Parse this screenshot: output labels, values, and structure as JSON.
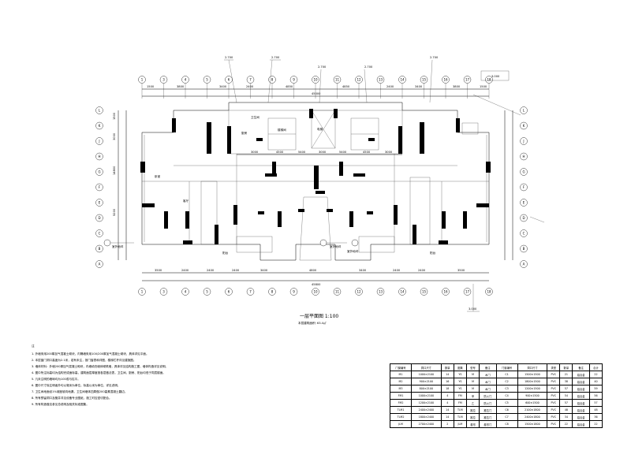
{
  "plan_title": "一层平面图 1:100",
  "plan_subtitle": "本层建筑面积: 63.4㎡",
  "notes_title": "注",
  "notes": [
    "1. 外墙采用200厚加气混凝土砌块，内隔墙采用100/200厚加气混凝土砌块，具体详见平面。",
    "2. 本层窗门洞口高度为2.1米，若有未注，按门窗表和详图，楼梯栏杆详见建施图。",
    "3. 墙体材料：外墙200厚加气混凝土砌块，内墙填充墙体砌筑墙，具体详见结构施工图，墙体构造详见说明。",
    "4. 图中所注标高均为结构完成面标高，建筑面层厚度按各层做法表，卫生间、厨房、阳台均低于同层楼面。",
    "5. 凡未注明的墙垛均为100或与柱平。",
    "6. 图中尺寸除注明者外均以毫米为单位，标高以米为单位，详见说明。",
    "7. 卫生间地面设1%坡度坡向地漏，卫生间墙体四周做200高素混凝土翻边。",
    "8. 所有预留洞口及管井详见设备专业图纸，施工时应密切配合。",
    "9. 所有构造做法参见总说明及相关标准图集。"
  ],
  "dims_top": [
    "1500",
    "3800",
    "3400",
    "2400",
    "4850",
    "4850",
    "2400",
    "3400",
    "3800",
    "1500"
  ],
  "dims_top_total": "45000",
  "dims_bottom": [
    "3500",
    "2400",
    "2400",
    "2400",
    "3400",
    "4800",
    "3400",
    "2400",
    "2400",
    "3500"
  ],
  "dims_bottom_total": "45800",
  "dims_mid": [
    "3000",
    "4500",
    "5400",
    "3000",
    "5400",
    "4500",
    "3000"
  ],
  "dims_left": [
    "1500",
    "3000",
    "14800",
    "5200"
  ],
  "callouts_top": [
    "2.700",
    "2.700",
    "2.700",
    "2.700",
    "2.700",
    "3.000"
  ],
  "callout_right": "3.000",
  "axes_top": [
    "1",
    "3",
    "4",
    "5",
    "6",
    "7",
    "8",
    "9",
    "10",
    "11",
    "12",
    "13",
    "14",
    "15",
    "16",
    "17",
    "18"
  ],
  "axes_bottom": [
    "1",
    "3",
    "4",
    "5",
    "6",
    "7",
    "8",
    "9",
    "10",
    "11",
    "12",
    "13",
    "14",
    "15",
    "16",
    "17",
    "18"
  ],
  "axes_left": [
    "L",
    "K",
    "J",
    "H",
    "G",
    "F",
    "E",
    "D",
    "C",
    "B",
    "A"
  ],
  "axes_right": [
    "L",
    "K",
    "J",
    "H",
    "G",
    "F",
    "E",
    "D",
    "C",
    "B",
    "A"
  ],
  "room_labels": [
    "客厅",
    "卧室",
    "厨房",
    "卫生间",
    "楼梯间",
    "电梯",
    "阳台",
    "阳台"
  ],
  "marker_labels": [
    "室外地坪",
    "室外地坪",
    "室外地坪"
  ],
  "schedule": {
    "headers": [
      "门窗编号",
      "洞口尺寸",
      "数量",
      "图集",
      "型号",
      "备注",
      "门窗编号",
      "洞口尺寸",
      "类型",
      "数量",
      "备注",
      "合计"
    ],
    "rows": [
      [
        "M1",
        "1000×2100",
        "14",
        "YS",
        "M",
        "木门",
        "C1",
        "1500×1500",
        "PVC",
        "21",
        "铝合金",
        "22"
      ],
      [
        "M2",
        "900×2100",
        "16",
        "YS",
        "M",
        "木门",
        "C2",
        "1800×1500",
        "PVC",
        "38",
        "铝合金",
        "40"
      ],
      [
        "M3",
        "800×2100",
        "18",
        "YS",
        "M",
        "木门",
        "C3",
        "1200×1500",
        "PVC",
        "57",
        "铝合金",
        "59"
      ],
      [
        "FM1",
        "1000×2100",
        "4",
        "FM",
        "甲",
        "防火门",
        "C4",
        "900×1500",
        "PVC",
        "54",
        "铝合金",
        "56"
      ],
      [
        "FM2",
        "1200×2100",
        "4",
        "FM",
        "乙",
        "防火门",
        "C5",
        "600×1500",
        "PVC",
        "57",
        "铝合金",
        "57"
      ],
      [
        "TLM1",
        "2400×2400",
        "14",
        "TLM",
        "推拉",
        "推拉门",
        "C6",
        "2100×1800",
        "PVC",
        "48",
        "铝合金",
        "48"
      ],
      [
        "TLM2",
        "1800×2400",
        "14",
        "TLM",
        "推拉",
        "推拉门",
        "C7",
        "2400×1800",
        "PVC",
        "34",
        "铝合金",
        "36"
      ],
      [
        "JLM",
        "2700×2400",
        "2",
        "JLM",
        "卷帘",
        "卷帘门",
        "C8",
        "1500×1800",
        "PVC",
        "22",
        "铝合金",
        "22"
      ]
    ]
  }
}
